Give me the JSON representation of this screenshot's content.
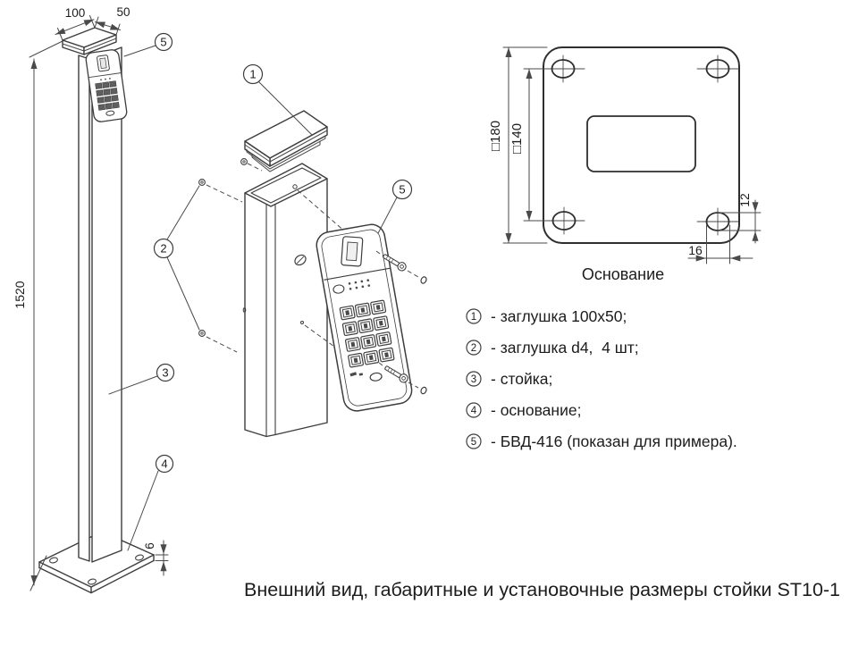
{
  "pole_view": {
    "dim_top_width": "100",
    "dim_top_depth": "50",
    "dim_height": "1520",
    "dim_base_thickness": "6",
    "callout_keypad": "5",
    "callout_post": "3",
    "callout_base": "4"
  },
  "exploded_view": {
    "callout_cap": "1",
    "callout_plugs": "2",
    "callout_keypad": "5"
  },
  "base_plate_view": {
    "caption": "Основание",
    "dim_plate_size": "□180",
    "dim_hole_spacing": "□140",
    "dim_slot_height": "12",
    "dim_slot_width": "16"
  },
  "legend": {
    "items": [
      {
        "num": "1",
        "label": "- заглушка 100x50;"
      },
      {
        "num": "2",
        "label": "- заглушка d4,  4 шт;"
      },
      {
        "num": "3",
        "label": "- стойка;"
      },
      {
        "num": "4",
        "label": "- основание;"
      },
      {
        "num": "5",
        "label": "- БВД-416 (показан для примера)."
      }
    ]
  },
  "caption": "Внешний вид, габаритные и установочные размеры стойки ST10-1"
}
